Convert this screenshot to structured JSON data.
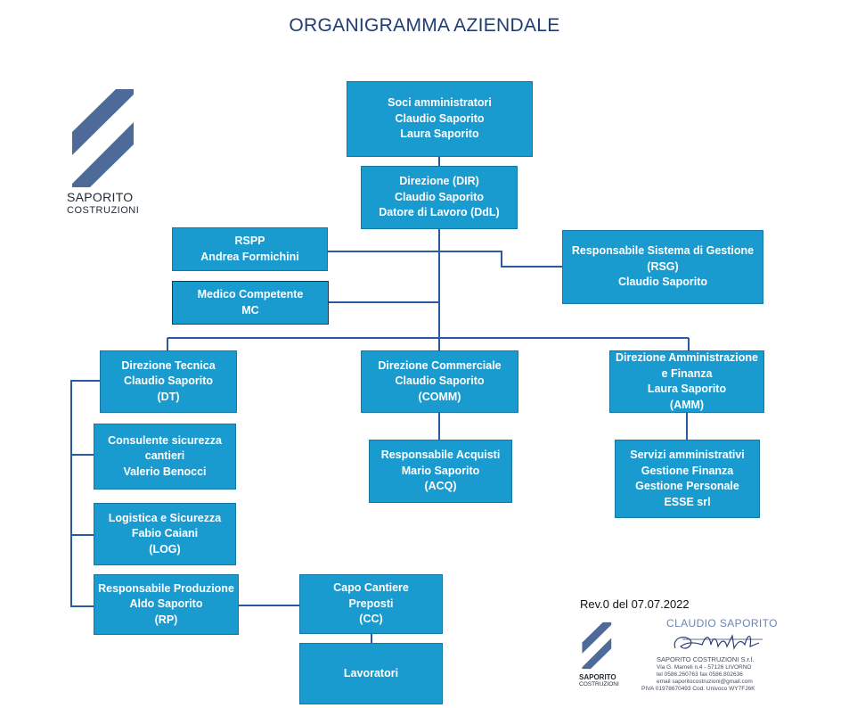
{
  "title": "ORGANIGRAMMA AZIENDALE",
  "logo": {
    "line1": "SAPORITO",
    "line2": "COSTRUZIONI"
  },
  "revision": "Rev.0 del 07.07.2022",
  "stamp": {
    "name": "CLAUDIO SAPORITO",
    "company": "SAPORITO COSTRUZIONI S.r.l.",
    "address": "Via G. Mameli n.4 - 57126 LIVORNO",
    "phone": "tel 0586.260763   fax 0586.802636",
    "email": "email  saporitocostruzioni@gmail.com",
    "vat": "PIVA 01978670493  Cod. Univoco WY7FJ6K"
  },
  "colors": {
    "box_fill": "#1a9bd0",
    "connector": "#2b5a9e",
    "logo": "#4e6a99"
  },
  "nodes": {
    "soci": [
      "Soci amministratori",
      "Claudio Saporito",
      "Laura Saporito"
    ],
    "dir": [
      "Direzione (DIR)",
      "Claudio Saporito",
      "Datore di Lavoro (DdL)"
    ],
    "rspp": [
      "RSPP",
      "Andrea Formichini"
    ],
    "medico": [
      "Medico Competente",
      "MC"
    ],
    "rsg": [
      "Responsabile Sistema di Gestione",
      "(RSG)",
      "Claudio Saporito"
    ],
    "dt": [
      "Direzione  Tecnica",
      "Claudio Saporito",
      "(DT)"
    ],
    "comm": [
      "Direzione  Commerciale",
      "Claudio Saporito",
      "(COMM)"
    ],
    "amm": [
      "Direzione  Amministrazione",
      "e Finanza",
      "Laura Saporito",
      "(AMM)"
    ],
    "consulente": [
      "Consulente sicurezza",
      "cantieri",
      "Valerio Benocci"
    ],
    "acq": [
      "Responsabile Acquisti",
      "Mario Saporito",
      "(ACQ)"
    ],
    "servizi": [
      "Servizi amministrativi",
      "Gestione Finanza",
      "Gestione Personale",
      "ESSE srl"
    ],
    "log": [
      "Logistica e Sicurezza",
      "Fabio Caiani",
      "(LOG)"
    ],
    "rp": [
      "Responsabile Produzione",
      "Aldo Saporito",
      "(RP)"
    ],
    "cc": [
      "Capo Cantiere",
      "Preposti",
      "(CC)"
    ],
    "lavoratori": [
      "Lavoratori"
    ]
  }
}
